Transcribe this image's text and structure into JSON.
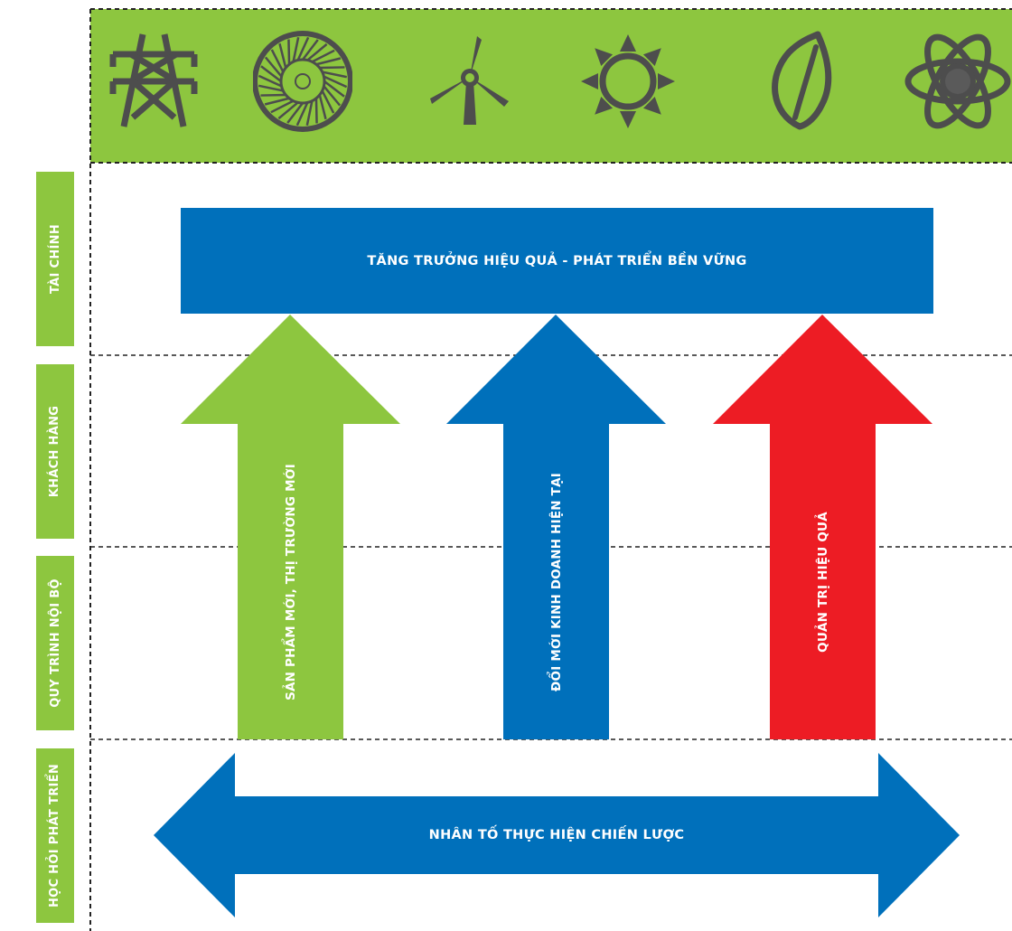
{
  "colors": {
    "green": "#8dc63f",
    "blue": "#0070bb",
    "red": "#ed1c24",
    "icon_gray": "#4d4d4d",
    "white": "#ffffff"
  },
  "header": {
    "icons": [
      "power-tower-icon",
      "turbine-icon",
      "wind-turbine-icon",
      "sun-icon",
      "leaf-icon",
      "atom-icon"
    ]
  },
  "perspectives": [
    "TÀI CHÍNH",
    "KHÁCH HÀNG",
    "QUY TRÌNH NỘI BỘ",
    "HỌC HỎI PHÁT TRIỂN"
  ],
  "goal": "TĂNG TRƯỞNG HIỆU QUẢ - PHÁT TRIỂN BỀN VỮNG",
  "arrows": [
    {
      "label": "SẢN PHẨM MỚI, THỊ TRƯỜNG MỚI",
      "color": "green"
    },
    {
      "label": "ĐỔI MỚI KINH DOANH HIỆN TẠI",
      "color": "blue"
    },
    {
      "label": "QUẢN TRỊ HIỆU QUẢ",
      "color": "red"
    }
  ],
  "foundation": "NHÂN TỐ THỰC HIỆN CHIẾN LƯỢC"
}
